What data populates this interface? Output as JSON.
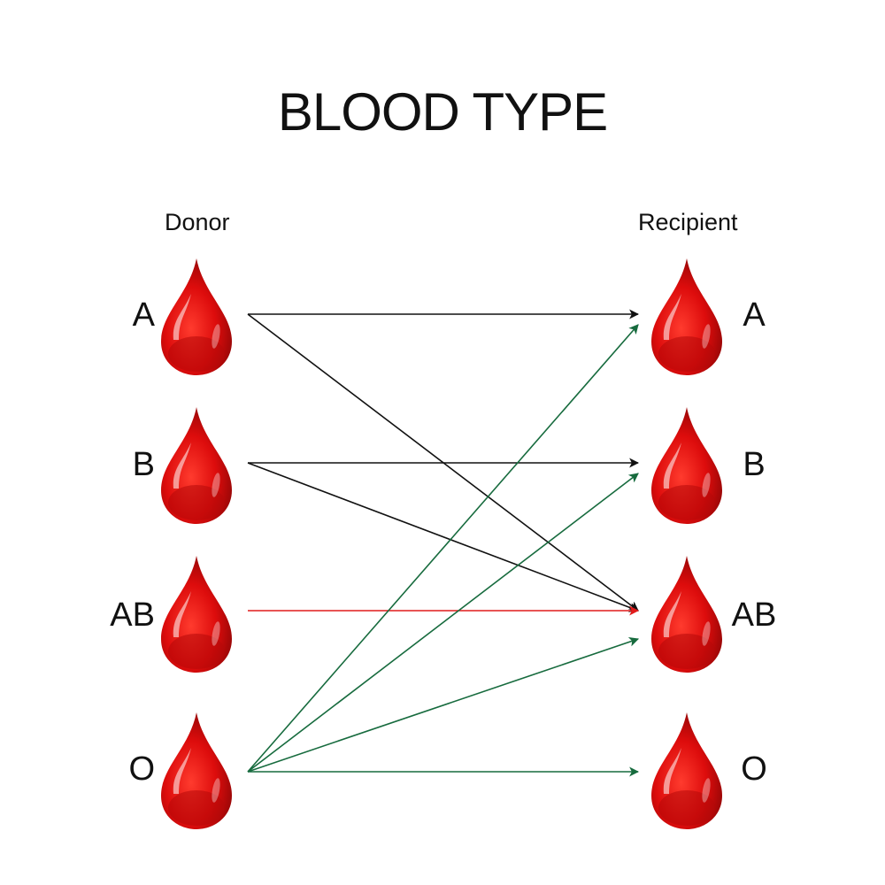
{
  "title": "BLOOD TYPE",
  "donor_heading": "Donor",
  "recipient_heading": "Recipient",
  "blood_types": [
    "A",
    "B",
    "AB",
    "O"
  ],
  "drop_color": "#dd0c0c",
  "arrow_colors": {
    "A": "#111111",
    "B": "#111111",
    "AB": "#e11b1b",
    "O": "#176b3e"
  },
  "compatibility": [
    {
      "donor": "A",
      "recipients": [
        "A",
        "AB"
      ]
    },
    {
      "donor": "B",
      "recipients": [
        "B",
        "AB"
      ]
    },
    {
      "donor": "AB",
      "recipients": [
        "AB"
      ]
    },
    {
      "donor": "O",
      "recipients": [
        "A",
        "B",
        "AB",
        "O"
      ]
    }
  ]
}
